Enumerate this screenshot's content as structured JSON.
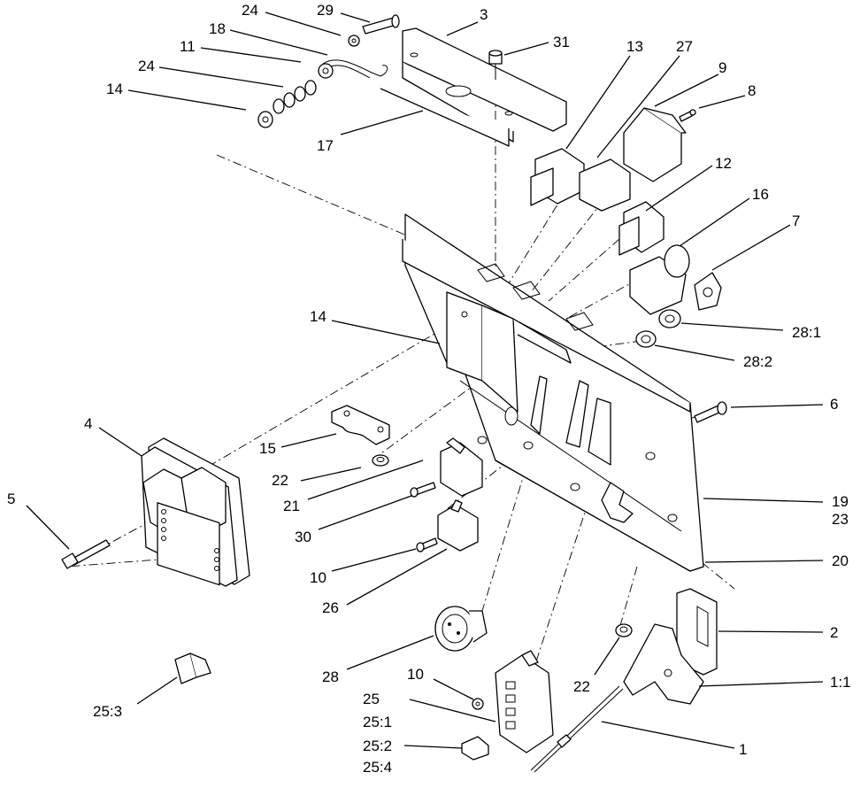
{
  "callouts": [
    {
      "id": "c24a",
      "label": "24"
    },
    {
      "id": "c29",
      "label": "29"
    },
    {
      "id": "c3",
      "label": "3"
    },
    {
      "id": "c18",
      "label": "18"
    },
    {
      "id": "c31",
      "label": "31"
    },
    {
      "id": "c11",
      "label": "11"
    },
    {
      "id": "c13",
      "label": "13"
    },
    {
      "id": "c27",
      "label": "27"
    },
    {
      "id": "c24b",
      "label": "24"
    },
    {
      "id": "c9",
      "label": "9"
    },
    {
      "id": "c14a",
      "label": "14"
    },
    {
      "id": "c8",
      "label": "8"
    },
    {
      "id": "c17",
      "label": "17"
    },
    {
      "id": "c12",
      "label": "12"
    },
    {
      "id": "c16",
      "label": "16"
    },
    {
      "id": "c7",
      "label": "7"
    },
    {
      "id": "c14b",
      "label": "14"
    },
    {
      "id": "c28_1",
      "label": "28:1"
    },
    {
      "id": "c28_2",
      "label": "28:2"
    },
    {
      "id": "c6",
      "label": "6"
    },
    {
      "id": "c4",
      "label": "4"
    },
    {
      "id": "c15",
      "label": "15"
    },
    {
      "id": "c22a",
      "label": "22"
    },
    {
      "id": "c21",
      "label": "21"
    },
    {
      "id": "c19",
      "label": "19"
    },
    {
      "id": "c23",
      "label": "23"
    },
    {
      "id": "c5",
      "label": "5"
    },
    {
      "id": "c30",
      "label": "30"
    },
    {
      "id": "c20",
      "label": "20"
    },
    {
      "id": "c10a",
      "label": "10"
    },
    {
      "id": "c26",
      "label": "26"
    },
    {
      "id": "c2",
      "label": "2"
    },
    {
      "id": "c28",
      "label": "28"
    },
    {
      "id": "c10b",
      "label": "10"
    },
    {
      "id": "c22b",
      "label": "22"
    },
    {
      "id": "c1_1",
      "label": "1:1"
    },
    {
      "id": "c25_3",
      "label": "25:3"
    },
    {
      "id": "c25",
      "label": "25"
    },
    {
      "id": "c25_1",
      "label": "25:1"
    },
    {
      "id": "c1",
      "label": "1"
    },
    {
      "id": "c25_2",
      "label": "25:2"
    },
    {
      "id": "c25_4",
      "label": "25:4"
    }
  ]
}
